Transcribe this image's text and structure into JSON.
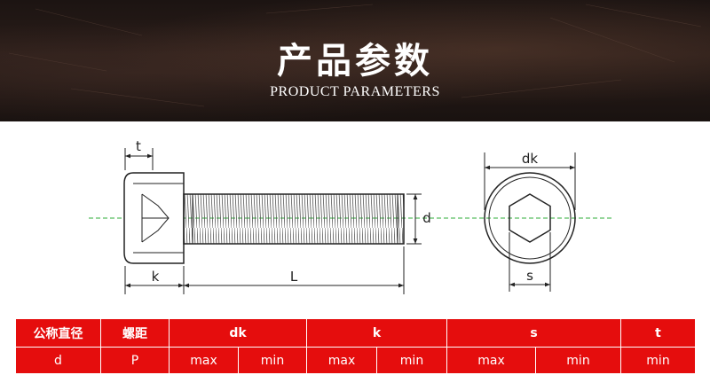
{
  "header": {
    "title_cn": "产品参数",
    "title_en": "PRODUCT PARAMETERS"
  },
  "diagram": {
    "labels": {
      "t": "t",
      "k": "k",
      "L": "L",
      "d": "d",
      "dk": "dk",
      "s": "s"
    }
  },
  "table": {
    "headers": {
      "nominal_cn": "公称直径",
      "nominal_sym": "d",
      "pitch_cn": "螺距",
      "pitch_sym": "P",
      "dk": "dk",
      "k": "k",
      "s": "s",
      "t": "t"
    },
    "sub": {
      "dk_max": "max",
      "dk_min": "min",
      "k_max": "max",
      "k_min": "min",
      "s_max": "max",
      "s_min": "min",
      "t_min": "min"
    }
  },
  "colors": {
    "table_red": "#e50d0d",
    "axis_green": "#2fae3a"
  }
}
